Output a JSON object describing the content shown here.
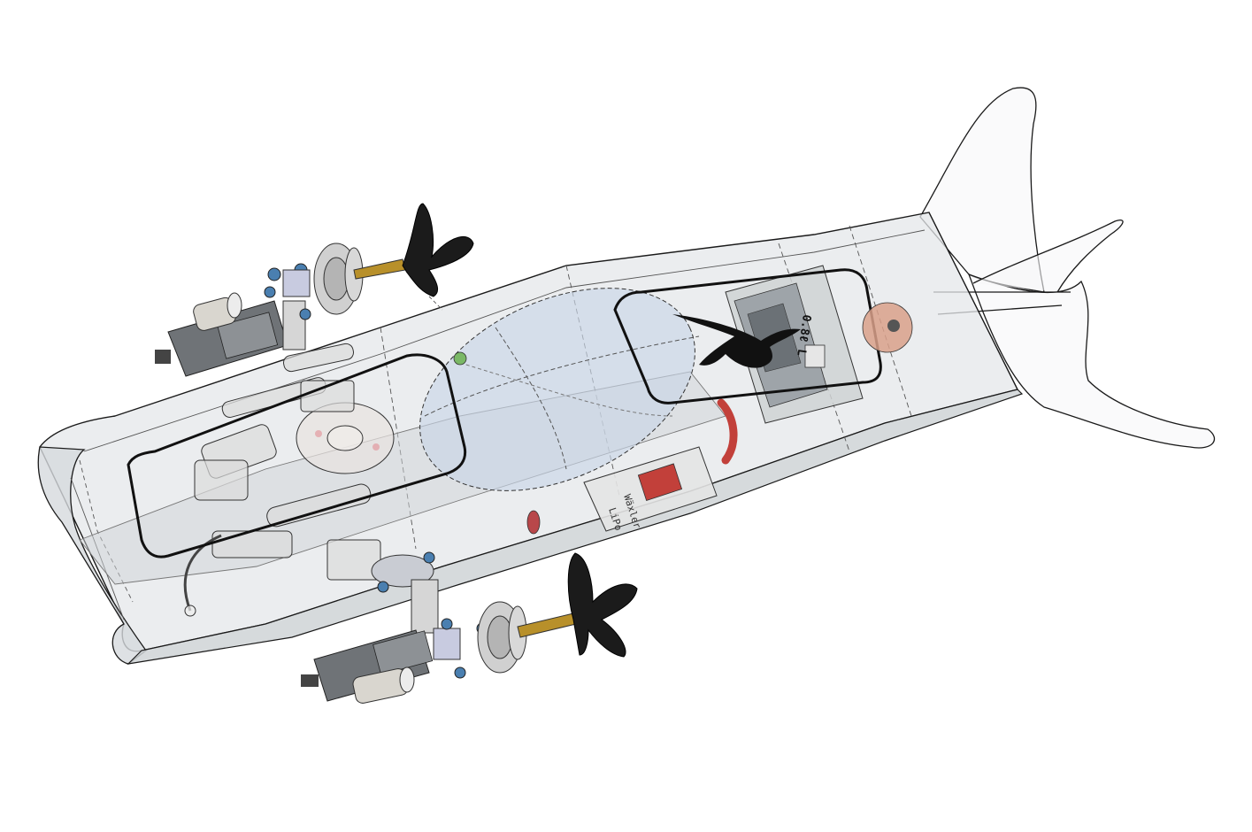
{
  "diagram": {
    "labels": {
      "volume_label": "0.8ℓ L",
      "battery_label_line1": "LiPo",
      "battery_label_line2": "Wäxler"
    },
    "colors": {
      "background": "#ffffff",
      "outline": "#1a1a1a",
      "hull_fill": "#d9dde0",
      "bladder_fill": "#c9d6e6",
      "propeller": "#1b1b1b",
      "shaft": "#b8902a",
      "red_component": "#c2403a",
      "tail_attachment": "#d9a08a",
      "fastener_blue": "#4a7fb0"
    },
    "icons": [
      "propeller-icon",
      "motor-icon",
      "servo-icon",
      "gear-icon",
      "circuit-board-icon",
      "battery-icon"
    ]
  }
}
